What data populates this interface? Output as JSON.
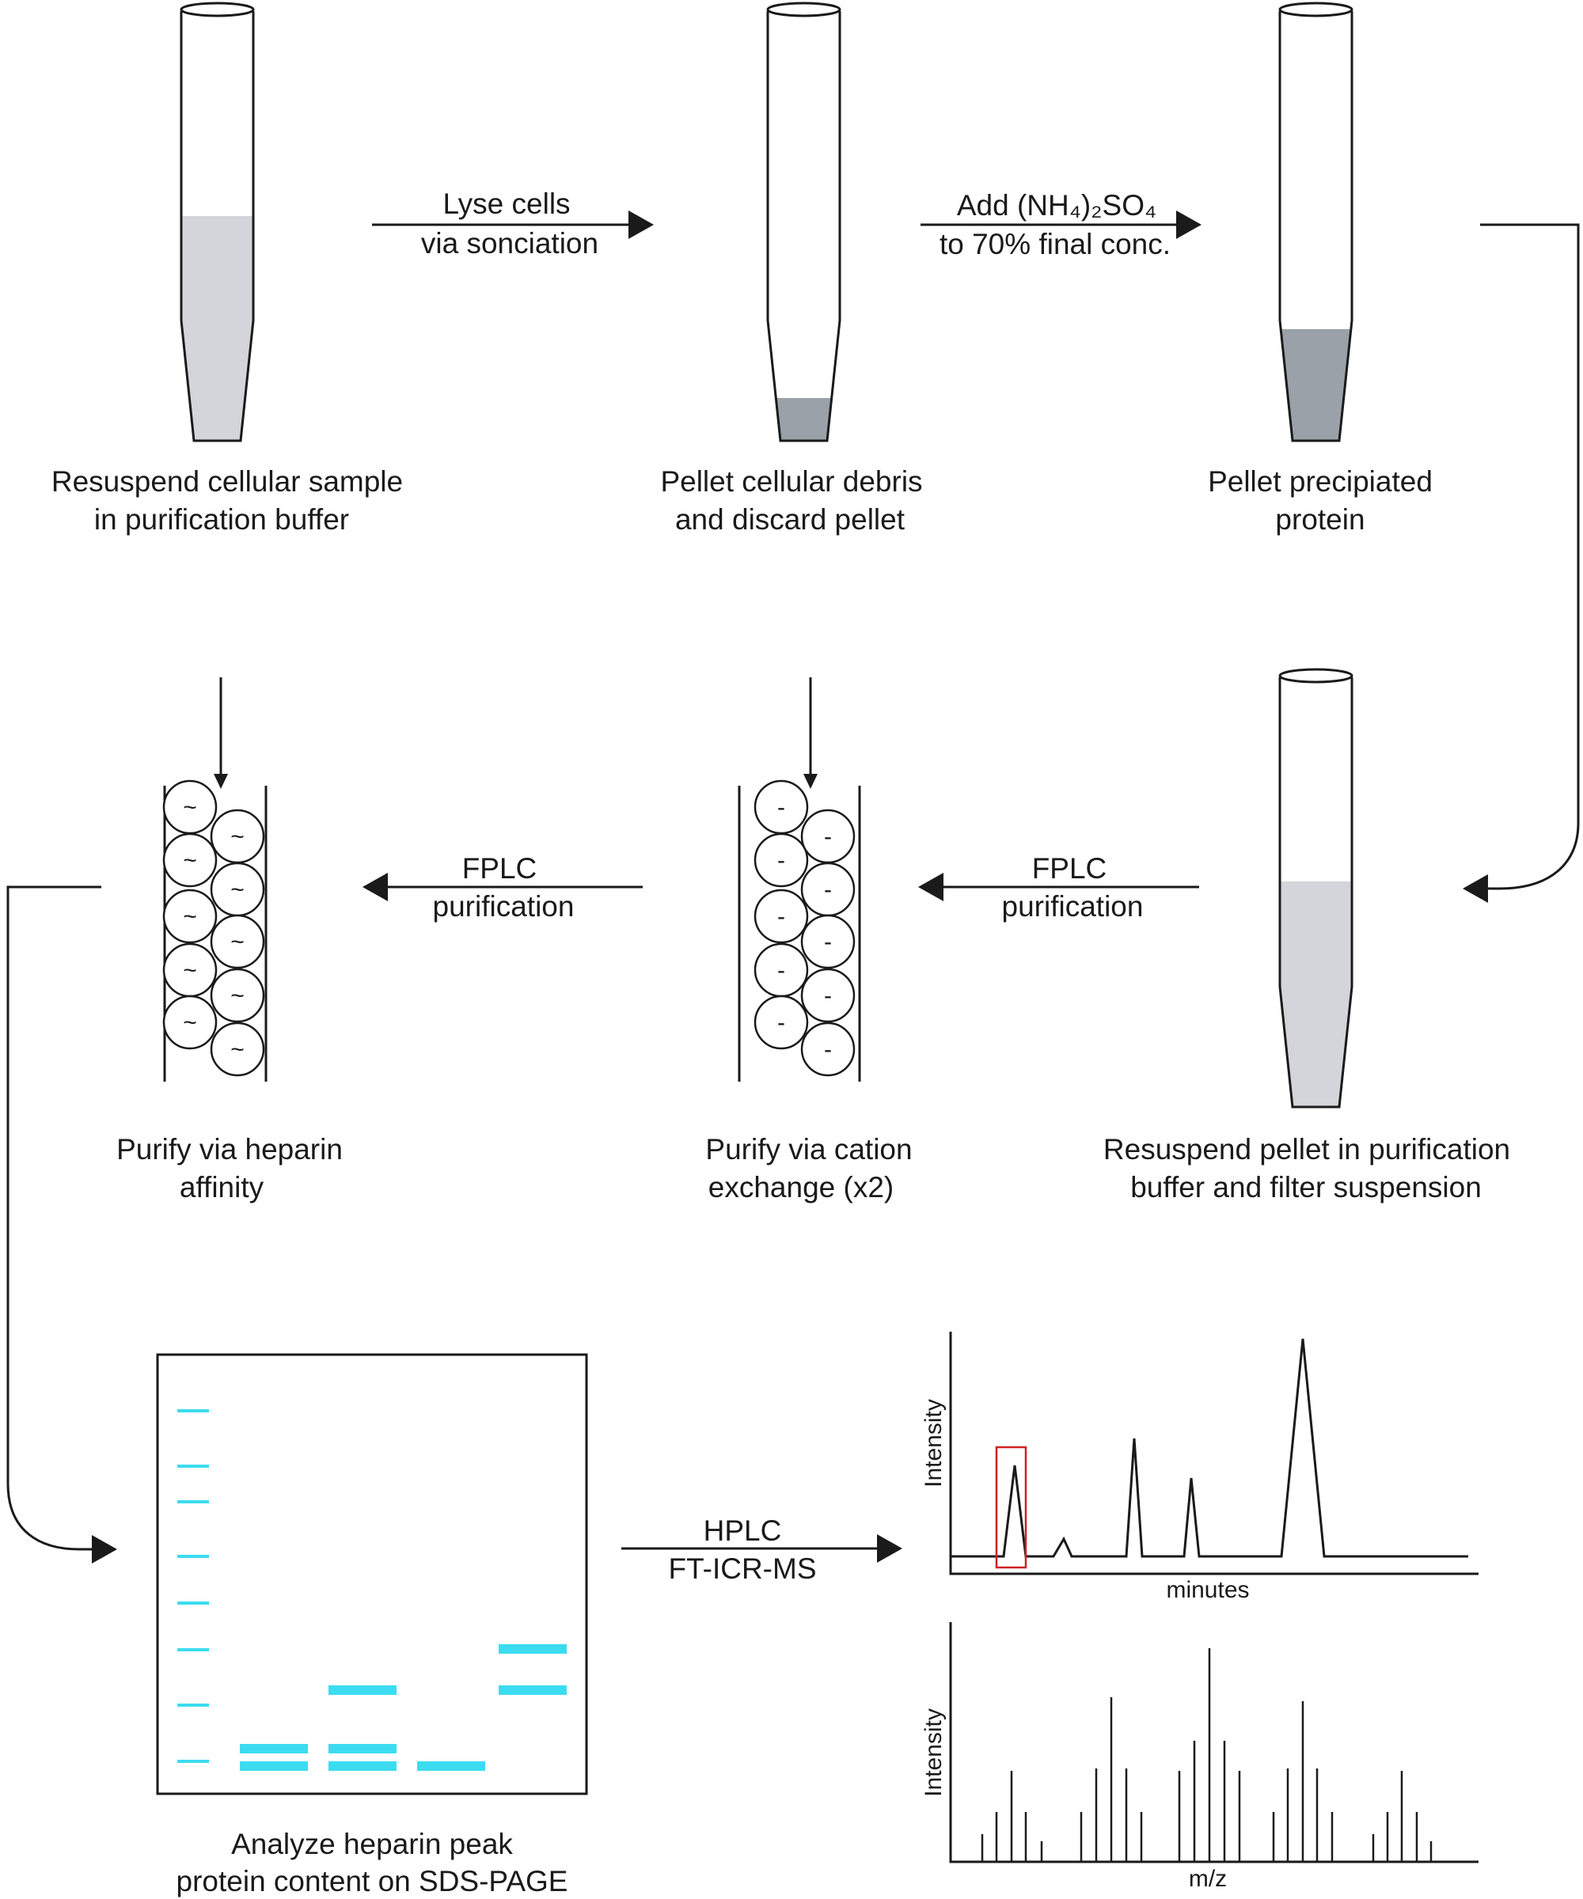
{
  "colors": {
    "stroke": "#1a1a1a",
    "liquid_light": "#d3d5da",
    "liquid_dark": "#9aa1a8",
    "gel_band": "#3cdcf0",
    "highlight_box": "#d02020"
  },
  "captions": {
    "step1": [
      "Resuspend cellular sample",
      "in purification buffer"
    ],
    "step2": [
      "Pellet cellular debris",
      "and discard pellet"
    ],
    "step3": [
      "Pellet precipiated",
      "protein"
    ],
    "step4": [
      "Resuspend pellet in purification",
      "buffer and filter suspension"
    ],
    "step5": [
      "Purify via cation",
      "exchange (x2)"
    ],
    "step6": [
      "Purify via heparin",
      "affinity"
    ],
    "step7": [
      "Analyze heparin peak",
      "protein content on SDS-PAGE"
    ]
  },
  "arrows": {
    "lyse": [
      "Lyse cells",
      "via sonciation"
    ],
    "ammonium": [
      "Add (NH₄)₂SO₄",
      "to 70% final conc."
    ],
    "fplc1": [
      "FPLC",
      "purification"
    ],
    "fplc2": [
      "FPLC",
      "purification"
    ],
    "hplc": [
      "HPLC",
      "FT-ICR-MS"
    ]
  },
  "columns": {
    "cation_symbol": "-",
    "heparin_symbol": "~"
  },
  "chromatogram": {
    "ylabel": "Intensity",
    "xlabel": "minutes"
  },
  "spectrum": {
    "ylabel": "Intensity",
    "xlabel": "m/z"
  }
}
